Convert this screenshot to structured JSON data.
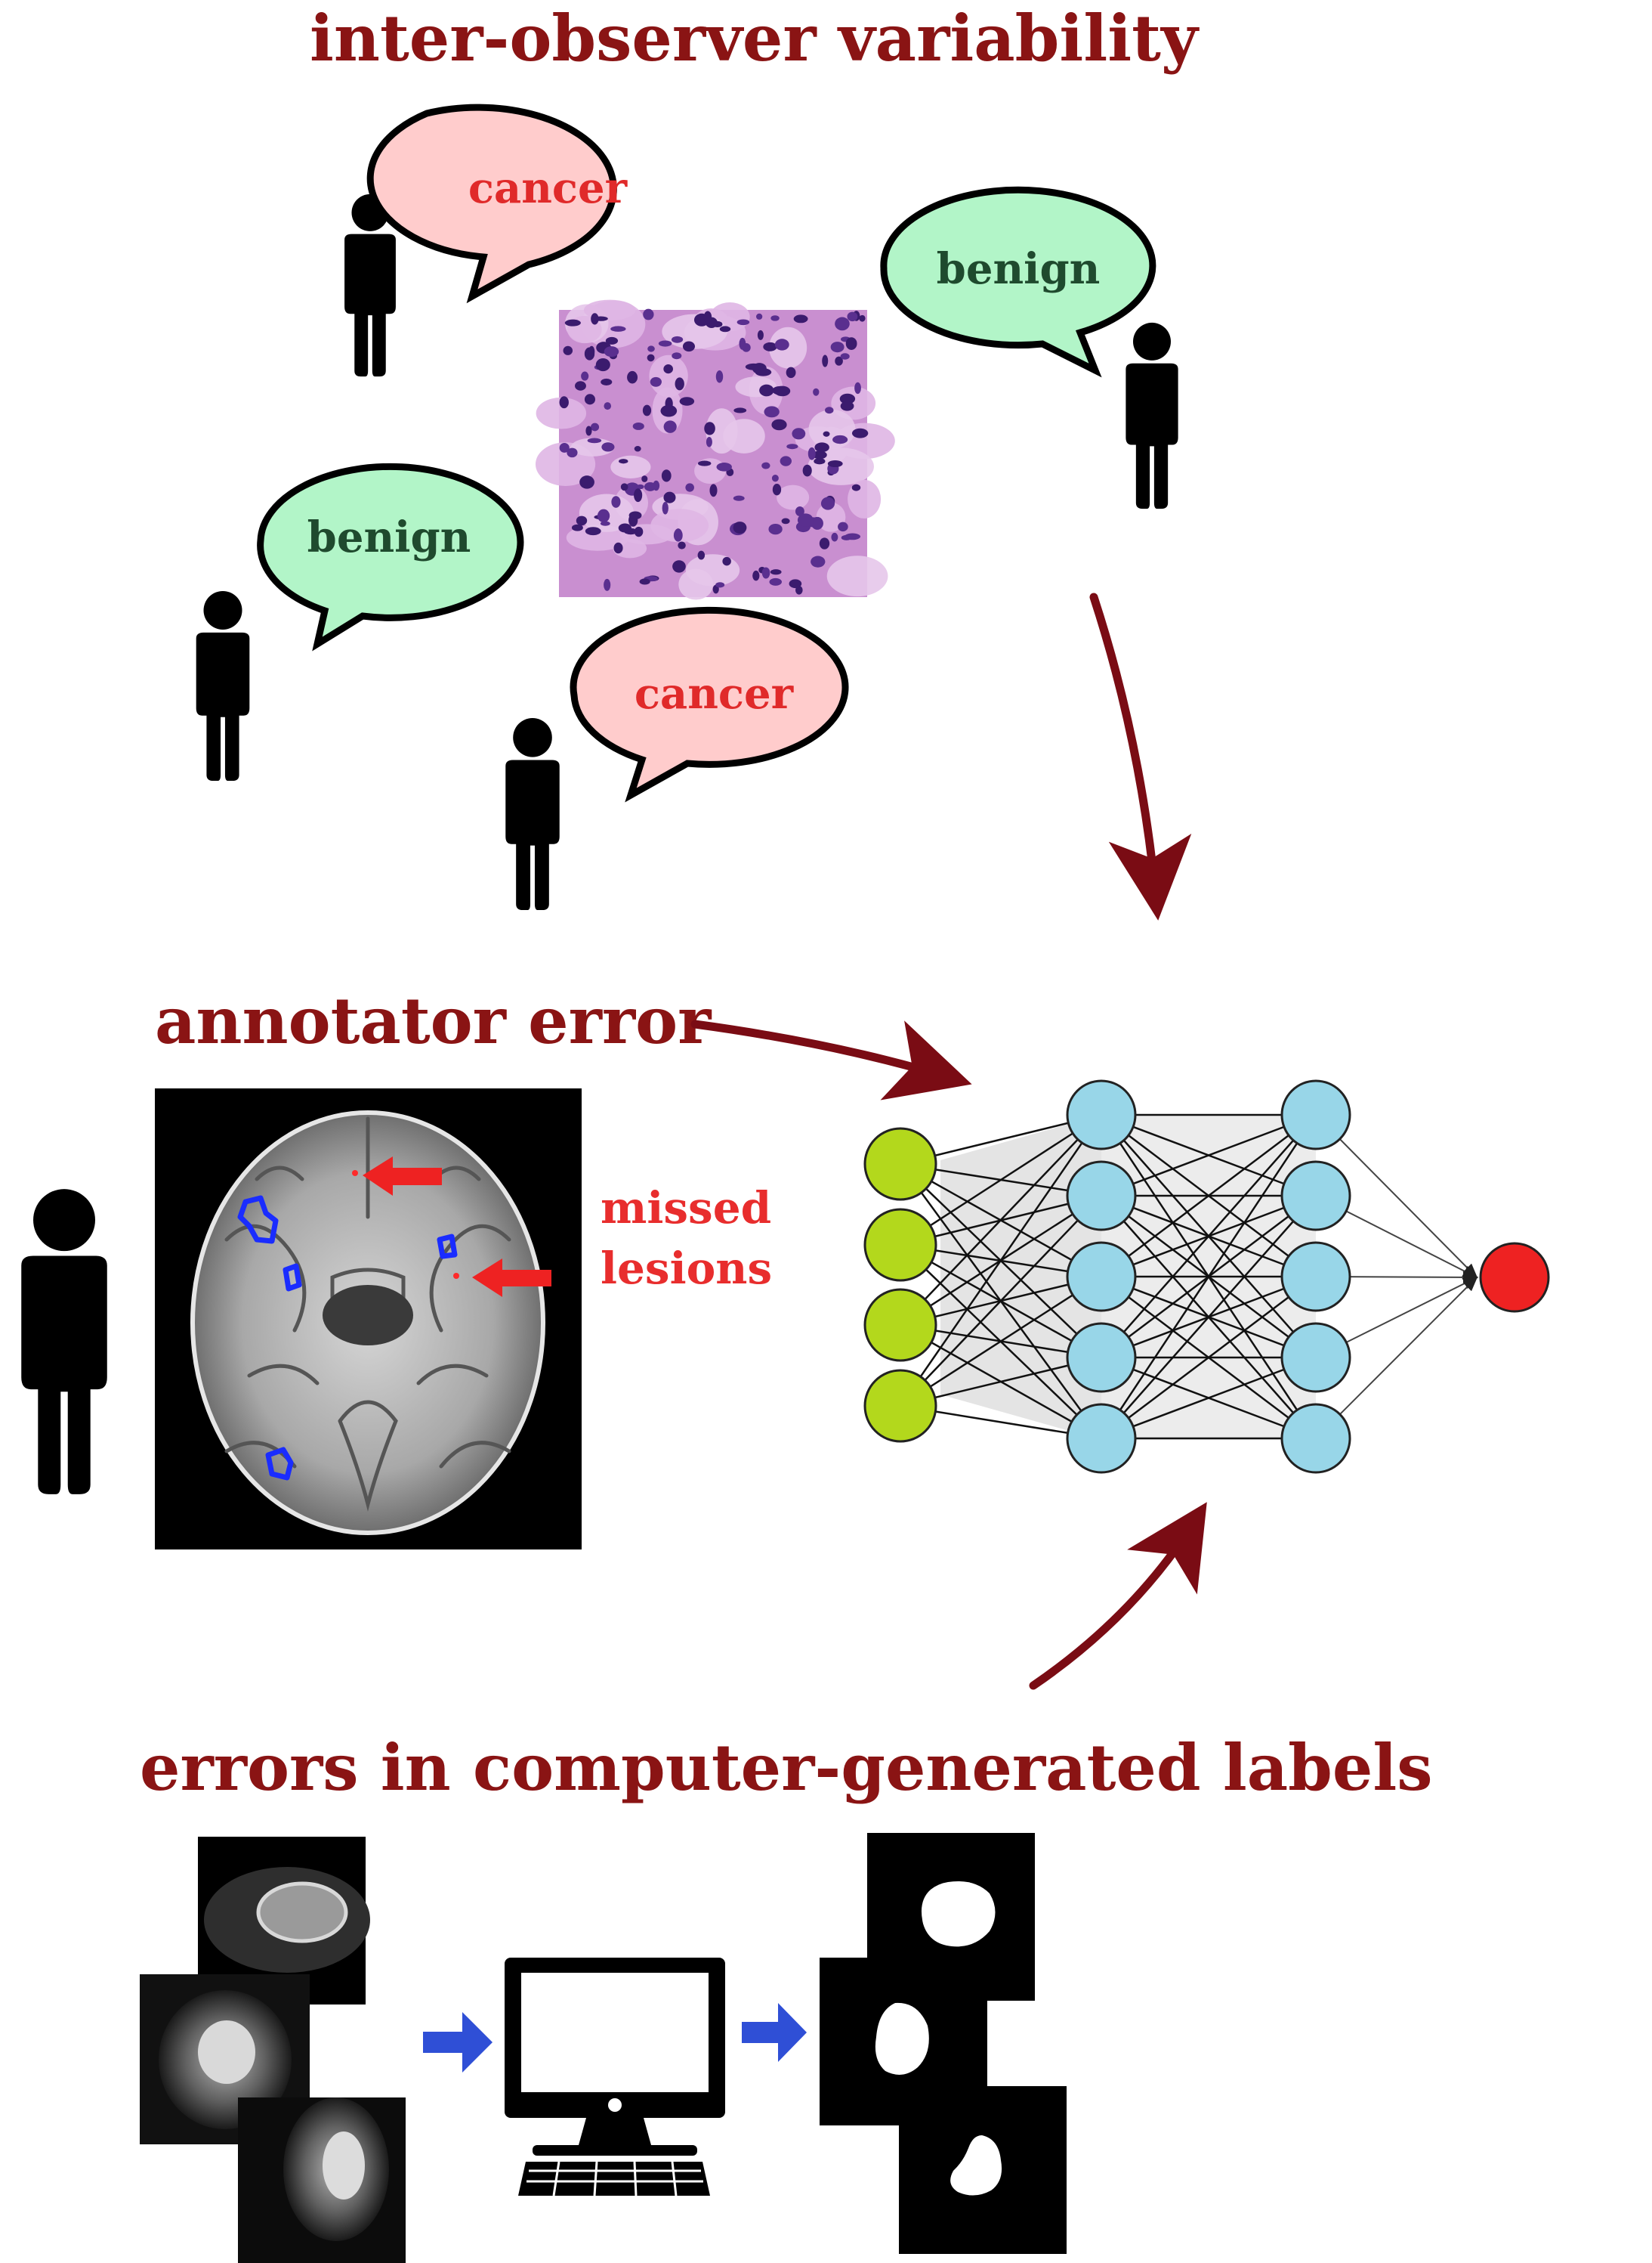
{
  "headings": {
    "variability": "inter-observer variability",
    "annotator": "annotator error",
    "computer": "errors in computer-generated labels"
  },
  "bubbles": [
    {
      "label": "cancer",
      "kind": "cancer"
    },
    {
      "label": "benign",
      "kind": "benign"
    },
    {
      "label": "benign",
      "kind": "benign"
    },
    {
      "label": "cancer",
      "kind": "cancer"
    }
  ],
  "missed_label": {
    "line1": "missed",
    "line2": "lesions"
  },
  "network": {
    "layers": [
      4,
      5,
      5,
      1
    ]
  },
  "colors": {
    "heading": "#8a1414",
    "arrow": "#7a0c14",
    "cancer_fill": "#ffcccc",
    "cancer_text": "#e02a2a",
    "benign_fill": "#b2f5c8",
    "benign_text": "#1f4a2e",
    "input_node": "#b3d81c",
    "hidden_node": "#98d6e8",
    "output_node": "#ee2222",
    "blue_arrow": "#2f4fd6"
  }
}
